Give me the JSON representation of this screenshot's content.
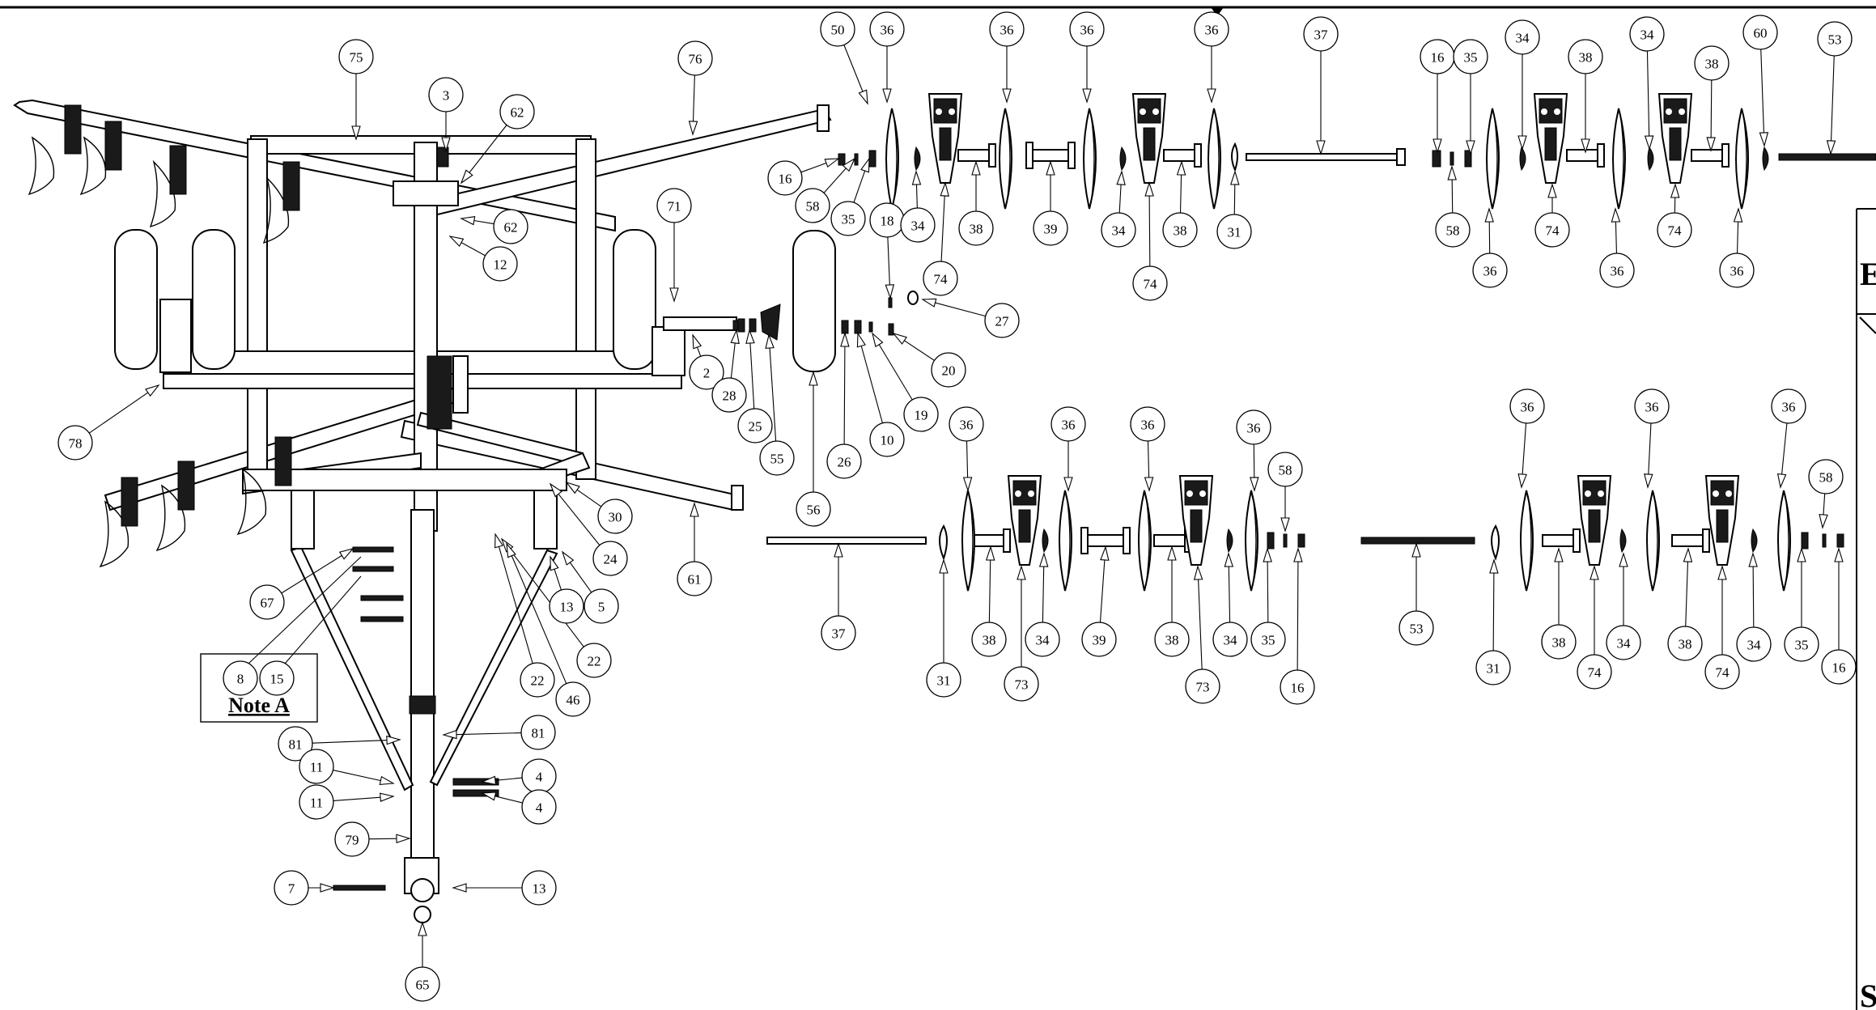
{
  "drawing_title": "",
  "note": {
    "label": "Note A",
    "callouts": [
      "8",
      "15"
    ]
  },
  "edge_fragments": {
    "right_top": "E",
    "right_bottom": "S"
  },
  "callouts": [
    {
      "n": "75"
    },
    {
      "n": "3"
    },
    {
      "n": "62"
    },
    {
      "n": "76"
    },
    {
      "n": "62"
    },
    {
      "n": "12"
    },
    {
      "n": "71"
    },
    {
      "n": "2"
    },
    {
      "n": "78"
    },
    {
      "n": "28"
    },
    {
      "n": "25"
    },
    {
      "n": "55"
    },
    {
      "n": "56"
    },
    {
      "n": "26"
    },
    {
      "n": "10"
    },
    {
      "n": "19"
    },
    {
      "n": "20"
    },
    {
      "n": "18"
    },
    {
      "n": "27"
    },
    {
      "n": "30"
    },
    {
      "n": "24"
    },
    {
      "n": "61"
    },
    {
      "n": "5"
    },
    {
      "n": "13"
    },
    {
      "n": "67"
    },
    {
      "n": "22"
    },
    {
      "n": "22"
    },
    {
      "n": "46"
    },
    {
      "n": "81"
    },
    {
      "n": "81"
    },
    {
      "n": "11"
    },
    {
      "n": "11"
    },
    {
      "n": "4"
    },
    {
      "n": "4"
    },
    {
      "n": "79"
    },
    {
      "n": "7"
    },
    {
      "n": "13"
    },
    {
      "n": "65"
    },
    {
      "n": "50"
    },
    {
      "n": "36"
    },
    {
      "n": "36"
    },
    {
      "n": "36"
    },
    {
      "n": "36"
    },
    {
      "n": "37"
    },
    {
      "n": "16"
    },
    {
      "n": "58"
    },
    {
      "n": "35"
    },
    {
      "n": "34"
    },
    {
      "n": "74"
    },
    {
      "n": "38"
    },
    {
      "n": "39"
    },
    {
      "n": "34"
    },
    {
      "n": "74"
    },
    {
      "n": "38"
    },
    {
      "n": "31"
    },
    {
      "n": "16"
    },
    {
      "n": "35"
    },
    {
      "n": "34"
    },
    {
      "n": "38"
    },
    {
      "n": "34"
    },
    {
      "n": "38"
    },
    {
      "n": "60"
    },
    {
      "n": "53"
    },
    {
      "n": "58"
    },
    {
      "n": "36"
    },
    {
      "n": "74"
    },
    {
      "n": "36"
    },
    {
      "n": "74"
    },
    {
      "n": "36"
    },
    {
      "n": "36"
    },
    {
      "n": "36"
    },
    {
      "n": "36"
    },
    {
      "n": "36"
    },
    {
      "n": "58"
    },
    {
      "n": "37"
    },
    {
      "n": "31"
    },
    {
      "n": "38"
    },
    {
      "n": "73"
    },
    {
      "n": "34"
    },
    {
      "n": "39"
    },
    {
      "n": "38"
    },
    {
      "n": "73"
    },
    {
      "n": "34"
    },
    {
      "n": "35"
    },
    {
      "n": "16"
    },
    {
      "n": "36"
    },
    {
      "n": "36"
    },
    {
      "n": "36"
    },
    {
      "n": "58"
    },
    {
      "n": "53"
    },
    {
      "n": "31"
    },
    {
      "n": "38"
    },
    {
      "n": "74"
    },
    {
      "n": "34"
    },
    {
      "n": "38"
    },
    {
      "n": "74"
    },
    {
      "n": "34"
    },
    {
      "n": "35"
    },
    {
      "n": "16"
    }
  ]
}
